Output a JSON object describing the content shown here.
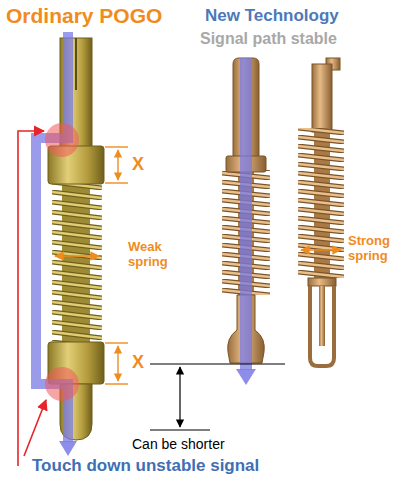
{
  "diagram": {
    "labels": [
      "Ordinary POGO",
      "New Technology",
      "Signal path stable",
      "X",
      "Weak spring",
      "Strong spring",
      "X",
      "Can be shorter",
      "Touch down unstable signal"
    ]
  }
}
